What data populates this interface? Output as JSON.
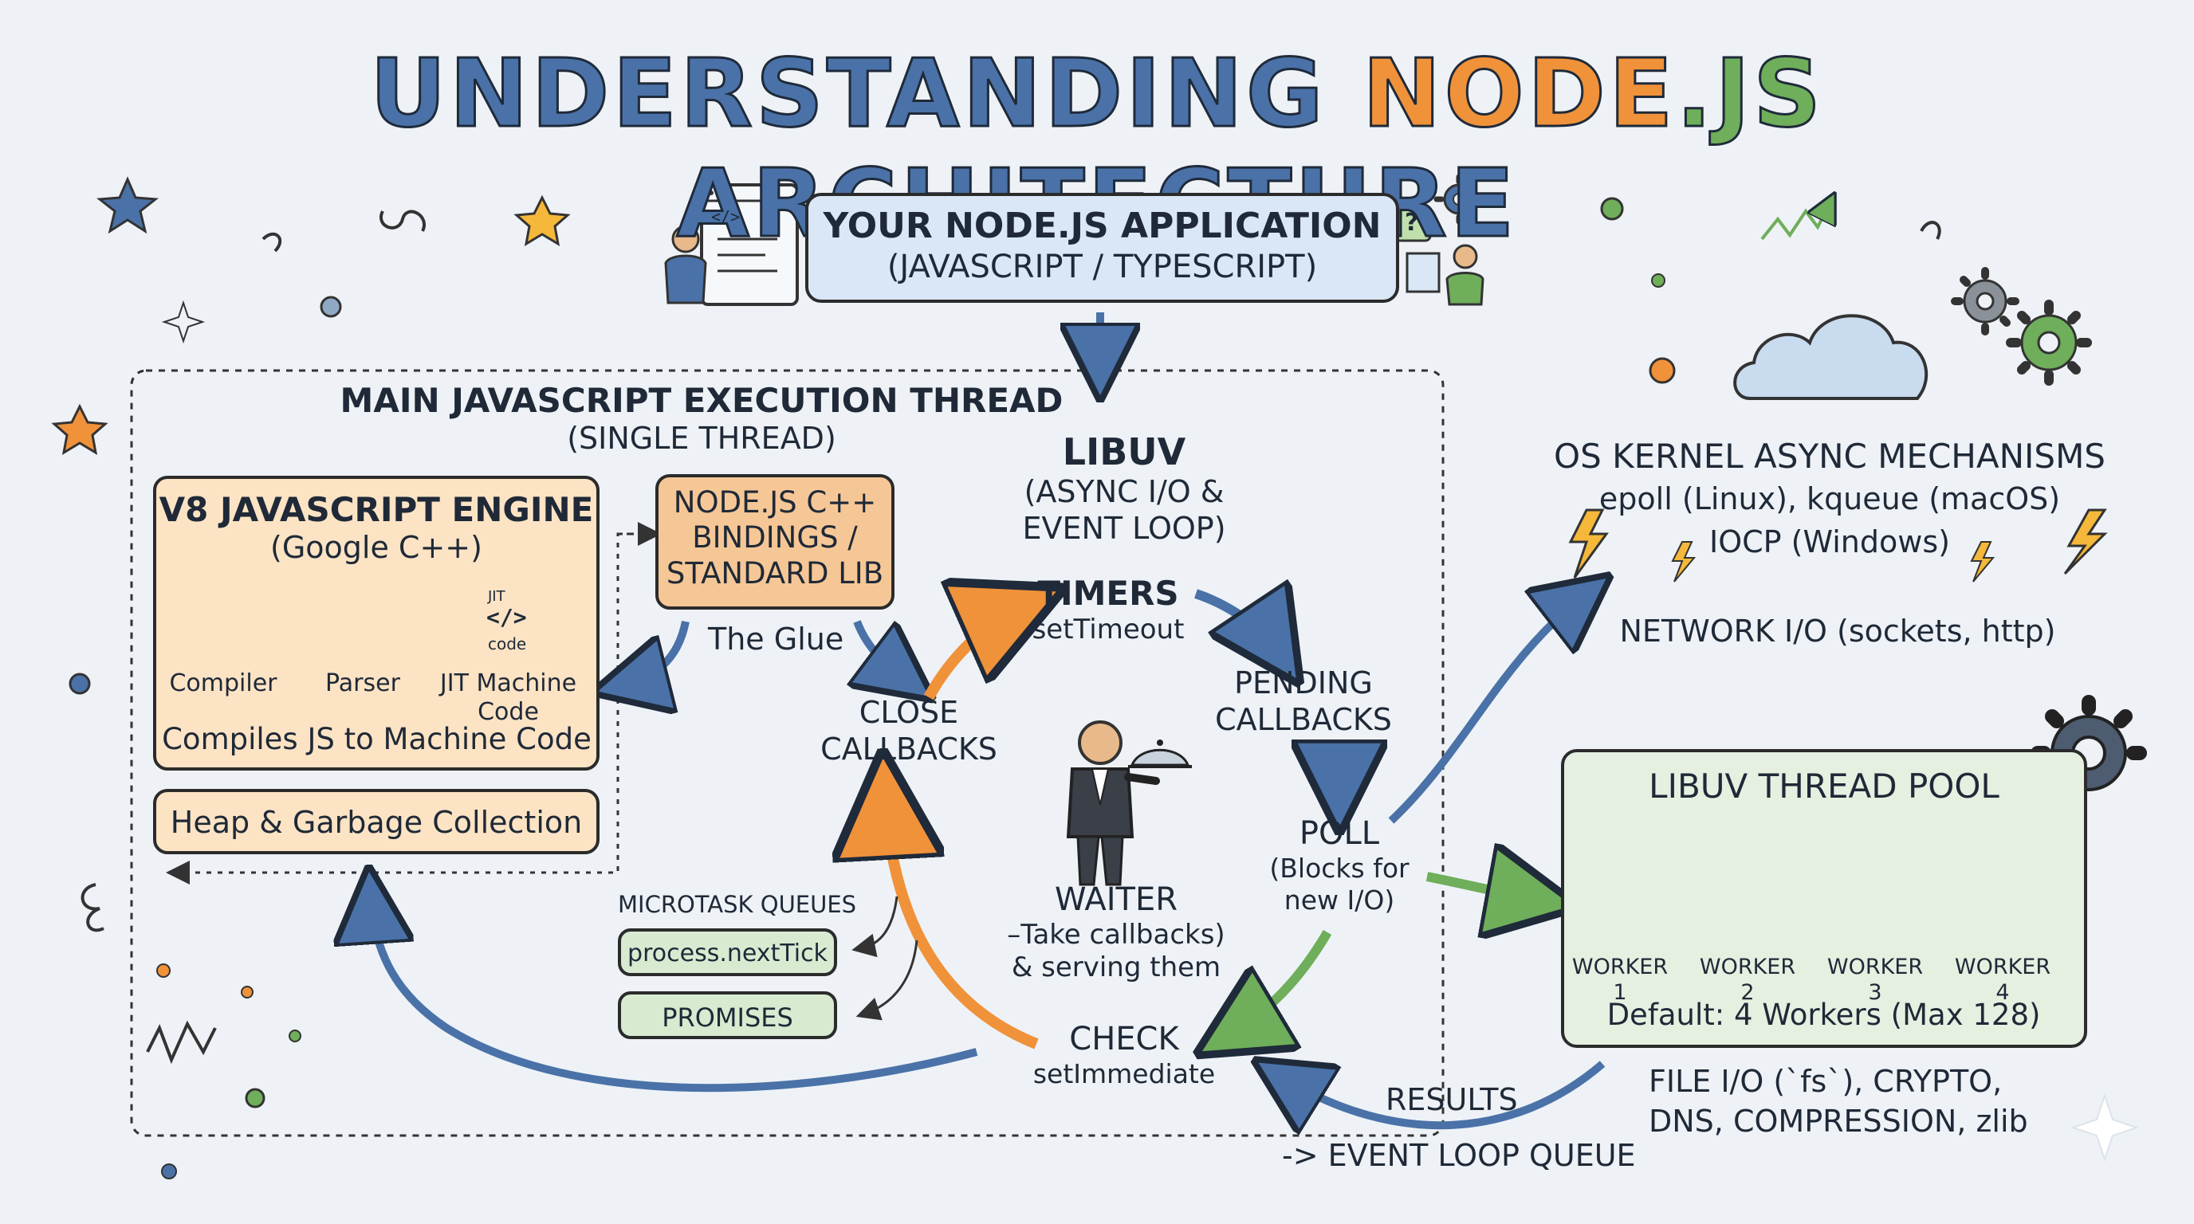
{
  "title": {
    "part1": "UNDERSTANDING",
    "part2": "NODE",
    "part3": ".",
    "part4": "JS",
    "part5": "ARCHITECTURE"
  },
  "app": {
    "line1": "YOUR NODE.JS APPLICATION",
    "line2": "(JAVASCRIPT / TYPESCRIPT)",
    "code_glyph": "</>",
    "question_glyph": "?"
  },
  "main_thread": {
    "label": "MAIN JAVASCRIPT EXECUTION THREAD",
    "sub": "(SINGLE THREAD)"
  },
  "v8": {
    "title": "V8 JAVASCRIPT ENGINE",
    "sub": "(Google C++)",
    "compiler": "Compiler",
    "parser": "Parser",
    "jit": "JIT Machine Code",
    "jit_icon_top": "JIT",
    "jit_icon_code": "code",
    "jit_glyph": "</>",
    "caption": "Compiles JS to Machine Code"
  },
  "heap": "Heap & Garbage Collection",
  "bindings": {
    "line1": "NODE.JS C++",
    "line2": "BINDINGS /",
    "line3": "STANDARD LIB",
    "glue": "The Glue"
  },
  "libuv": {
    "title": "LIBUV",
    "line2": "(ASYNC I/O &",
    "line3": "EVENT LOOP)"
  },
  "loop": {
    "timers": "TIMERS",
    "timers_sub": "setTimeout",
    "pending1": "PENDING",
    "pending2": "CALLBACKS",
    "poll": "POLL",
    "poll_sub1": "(Blocks for",
    "poll_sub2": "new I/O)",
    "check": "CHECK",
    "check_sub": "setImmediate",
    "close1": "CLOSE",
    "close2": "CALLBACKS"
  },
  "waiter": {
    "title": "WAITER",
    "line1": "–Take callbacks)",
    "line2": "& serving them"
  },
  "microtask": {
    "label": "MICROTASK QUEUES",
    "next_tick": "process.nextTick",
    "promises": "PROMISES"
  },
  "os": {
    "title": "OS KERNEL ASYNC MECHANISMS",
    "line1": "epoll (Linux), kqueue (macOS)",
    "line2": "IOCP (Windows)",
    "network": "NETWORK I/O (sockets, http)"
  },
  "pool": {
    "title": "LIBUV THREAD POOL",
    "workers": [
      "WORKER 1",
      "WORKER 2",
      "WORKER 3",
      "WORKER 4"
    ],
    "default": "Default: 4 Workers (Max 128)",
    "tasks1": "FILE I/O (`fs`), CRYPTO,",
    "tasks2": "DNS, COMPRESSION, zlib"
  },
  "results": {
    "label": "RESULTS",
    "queue": "-> EVENT LOOP QUEUE"
  },
  "colors": {
    "blue": "#4a72a8",
    "orange": "#f0923a",
    "green": "#6fae5a",
    "outline": "#2b2b2b",
    "background": "#eef2f6"
  }
}
